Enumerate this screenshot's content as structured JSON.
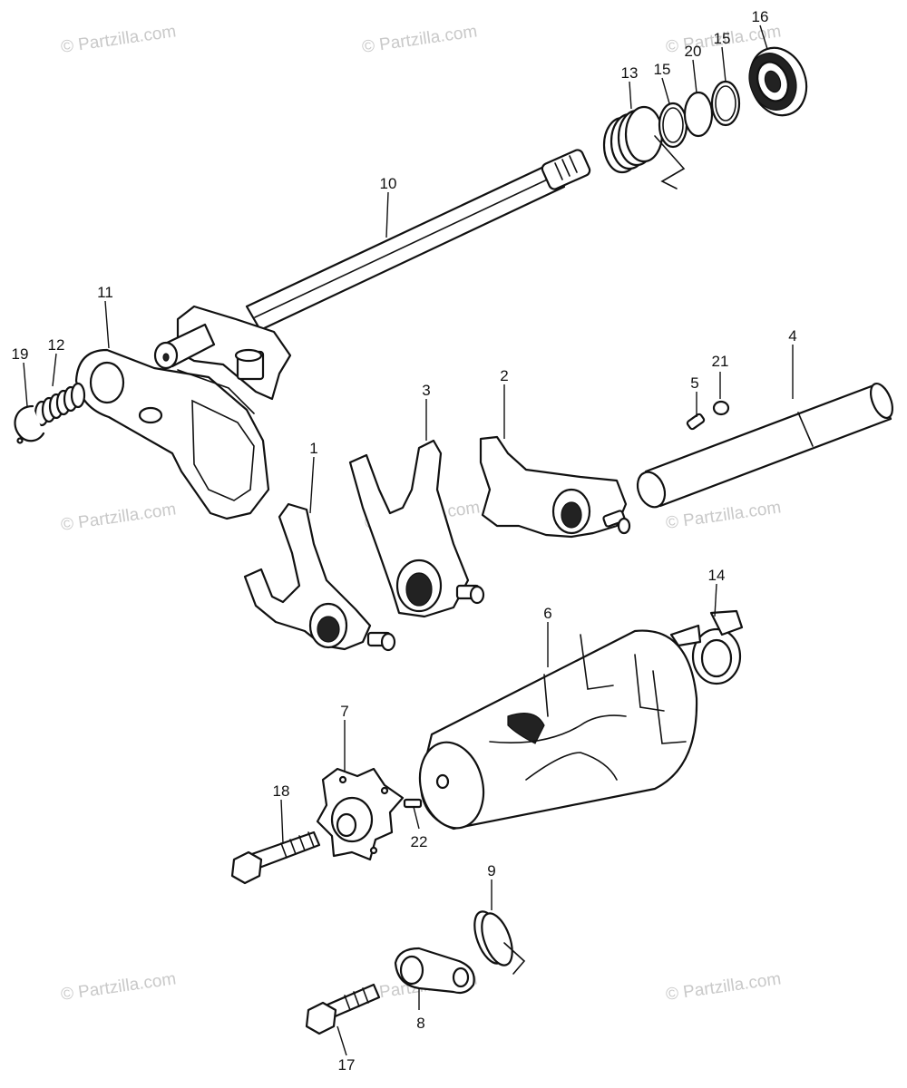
{
  "watermark": {
    "text": "© Partzilla.com",
    "color": "#c9c9c9"
  },
  "callouts": [
    {
      "id": "1",
      "label": "1"
    },
    {
      "id": "2",
      "label": "2"
    },
    {
      "id": "3",
      "label": "3"
    },
    {
      "id": "4",
      "label": "4"
    },
    {
      "id": "5",
      "label": "5"
    },
    {
      "id": "6",
      "label": "6"
    },
    {
      "id": "7",
      "label": "7"
    },
    {
      "id": "8",
      "label": "8"
    },
    {
      "id": "9",
      "label": "9"
    },
    {
      "id": "10",
      "label": "10"
    },
    {
      "id": "11",
      "label": "11"
    },
    {
      "id": "12",
      "label": "12"
    },
    {
      "id": "13",
      "label": "13"
    },
    {
      "id": "14",
      "label": "14"
    },
    {
      "id": "15a",
      "label": "15"
    },
    {
      "id": "15b",
      "label": "15"
    },
    {
      "id": "16",
      "label": "16"
    },
    {
      "id": "17",
      "label": "17"
    },
    {
      "id": "18",
      "label": "18"
    },
    {
      "id": "19",
      "label": "19"
    },
    {
      "id": "20",
      "label": "20"
    },
    {
      "id": "21",
      "label": "21"
    },
    {
      "id": "22",
      "label": "22"
    }
  ]
}
